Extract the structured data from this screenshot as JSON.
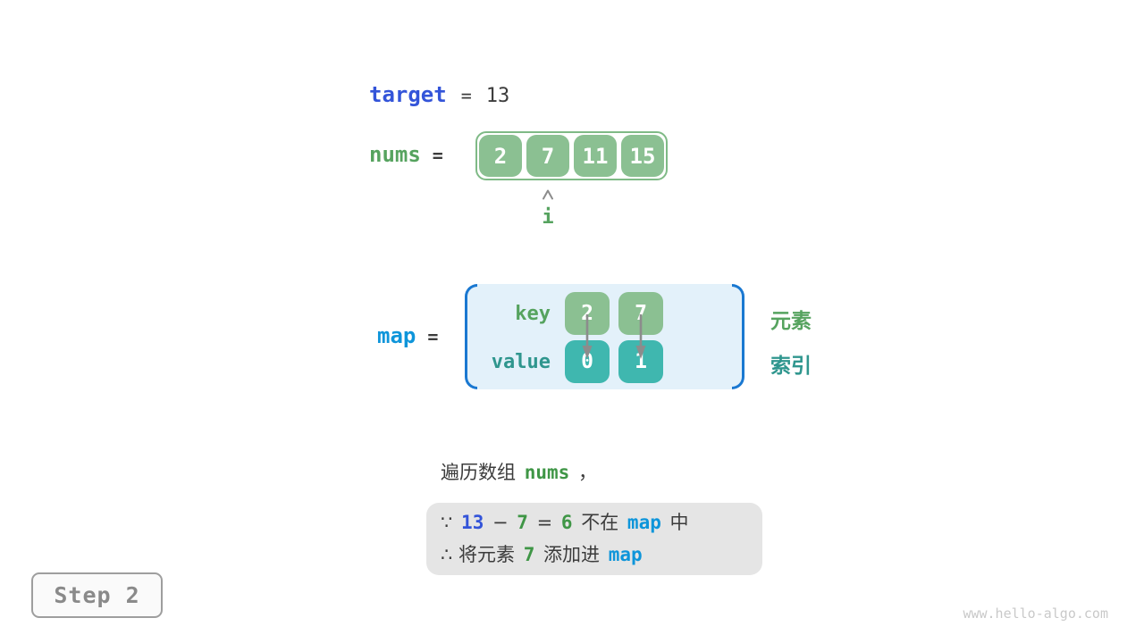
{
  "colors": {
    "royal-blue": "#3354d9",
    "azure-blue": "#0e95da",
    "green-text": "#56a35f",
    "green-strong": "#3f9646",
    "green-box": "#8bc092",
    "green-border": "#7fba86",
    "teal-box": "#3fb7af",
    "teal-text": "#2f968e",
    "ink": "#3c3c3c",
    "gray-arrow": "#8c8c8c",
    "box-gray": "#e5e5e5",
    "map-bg": "#e3f1fa",
    "bracket-blue": "#1a78d1",
    "step-gray": "#8a8a8a",
    "step-border": "#9e9e9e",
    "watermark-gray": "#c9c9c9"
  },
  "target_row": {
    "label": "target",
    "equals": "=",
    "value": "13"
  },
  "nums_row": {
    "label": "nums",
    "equals": "=",
    "cells": [
      "2",
      "7",
      "11",
      "15"
    ],
    "pointer_index": 1,
    "pointer_label": "i"
  },
  "map_row": {
    "label": "map",
    "equals": "=",
    "key_label": "key",
    "value_label": "value",
    "keys": [
      "2",
      "7"
    ],
    "values": [
      "0",
      "1"
    ],
    "element_label": "元素",
    "index_label": "索引"
  },
  "caption": {
    "segments": [
      {
        "text": "遍历数组 ",
        "style": "plain"
      },
      {
        "text": "nums",
        "style": "green"
      },
      {
        "text": " ，",
        "style": "plain"
      }
    ]
  },
  "reasoning": {
    "lines": [
      {
        "segments": [
          {
            "text": "∵ ",
            "style": "plain"
          },
          {
            "text": "13",
            "style": "blue"
          },
          {
            "text": " − ",
            "style": "plain"
          },
          {
            "text": "7",
            "style": "green"
          },
          {
            "text": " = ",
            "style": "plain"
          },
          {
            "text": "6",
            "style": "green"
          },
          {
            "text": " 不在 ",
            "style": "plain"
          },
          {
            "text": "map",
            "style": "azure"
          },
          {
            "text": " 中",
            "style": "plain"
          }
        ]
      },
      {
        "segments": [
          {
            "text": "∴ 将元素 ",
            "style": "plain"
          },
          {
            "text": "7",
            "style": "green"
          },
          {
            "text": " 添加进 ",
            "style": "plain"
          },
          {
            "text": "map",
            "style": "azure"
          }
        ]
      }
    ]
  },
  "step": {
    "label": "Step 2"
  },
  "watermark": {
    "text": "www.hello-algo.com"
  }
}
